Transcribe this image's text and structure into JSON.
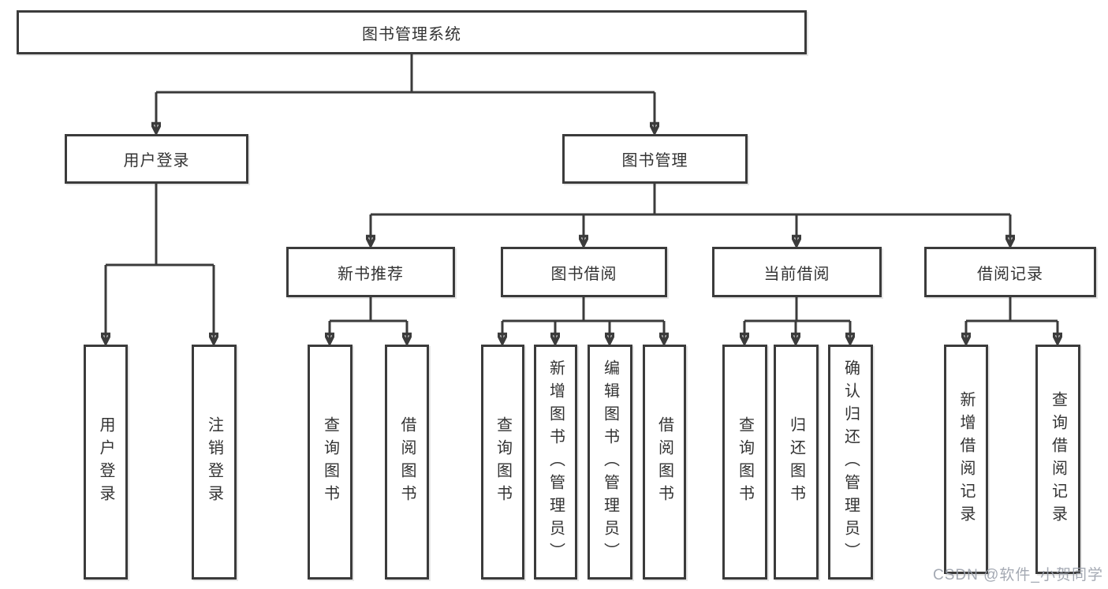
{
  "diagram": {
    "title": "图书管理系统",
    "watermark": "CSDN @软件_小贺同学",
    "colors": {
      "line": "#3b3b3b",
      "text": "#333333",
      "watermark": "#9aa0ab",
      "background": "#ffffff"
    },
    "nodes": {
      "root": {
        "label": "图书管理系统"
      },
      "user_login": {
        "label": "用户登录"
      },
      "book_mgmt": {
        "label": "图书管理"
      },
      "new_book_rec": {
        "label": "新书推荐"
      },
      "book_borrow": {
        "label": "图书借阅"
      },
      "current_borrow": {
        "label": "当前借阅"
      },
      "borrow_record": {
        "label": "借阅记录"
      },
      "leaf_user_login": {
        "label": "用户登录"
      },
      "leaf_logout": {
        "label": "注销登录"
      },
      "leaf_query_book_1": {
        "label": "查询图书"
      },
      "leaf_borrow_book_1": {
        "label": "借阅图书"
      },
      "leaf_query_book_2": {
        "label": "查询图书"
      },
      "leaf_add_book": {
        "label": "新增图书（管理员）"
      },
      "leaf_edit_book": {
        "label": "编辑图书（管理员）"
      },
      "leaf_borrow_book_2": {
        "label": "借阅图书"
      },
      "leaf_query_book_3": {
        "label": "查询图书"
      },
      "leaf_return_book": {
        "label": "归还图书"
      },
      "leaf_confirm_return": {
        "label": "确认归还（管理员）"
      },
      "leaf_add_record": {
        "label": "新增借阅记录"
      },
      "leaf_query_record": {
        "label": "查询借阅记录"
      }
    },
    "hierarchy": {
      "图书管理系统": {
        "用户登录": [
          "用户登录",
          "注销登录"
        ],
        "图书管理": {
          "新书推荐": [
            "查询图书",
            "借阅图书"
          ],
          "图书借阅": [
            "查询图书",
            "新增图书（管理员）",
            "编辑图书（管理员）",
            "借阅图书"
          ],
          "当前借阅": [
            "查询图书",
            "归还图书",
            "确认归还（管理员）"
          ],
          "借阅记录": [
            "新增借阅记录",
            "查询借阅记录"
          ]
        }
      }
    }
  }
}
